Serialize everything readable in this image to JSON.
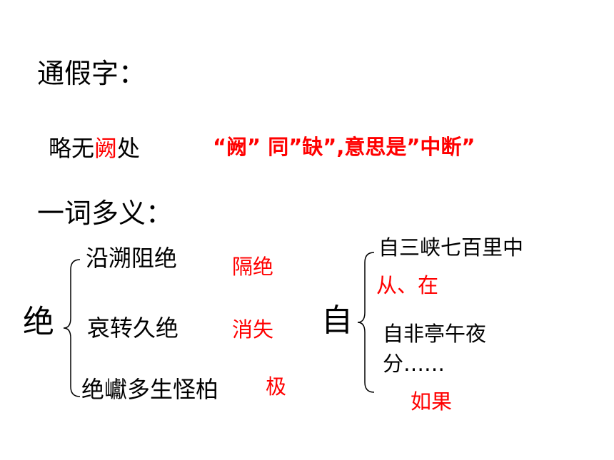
{
  "colors": {
    "text": "#000000",
    "accent": "#ff0000",
    "background": "#ffffff"
  },
  "section1": {
    "title": "通假字：",
    "example_pre": "略无",
    "example_char": "阙",
    "example_post": "处",
    "explanation": "“阙” 同”缺”,意思是”中断”"
  },
  "section2": {
    "title": "一词多义：",
    "jue": {
      "char": "绝",
      "items": [
        {
          "phrase": "沿溯阻绝",
          "meaning": "隔绝"
        },
        {
          "phrase": "哀转久绝",
          "meaning": "消失"
        },
        {
          "phrase": "绝巘多生怪柏",
          "meaning": "极"
        }
      ]
    },
    "zi": {
      "char": "自",
      "items": [
        {
          "phrase": "自三峡七百里中",
          "meaning": "从、在"
        },
        {
          "phrase_line1": "自非亭午夜",
          "phrase_line2": "分……",
          "meaning": "如果"
        }
      ]
    }
  }
}
